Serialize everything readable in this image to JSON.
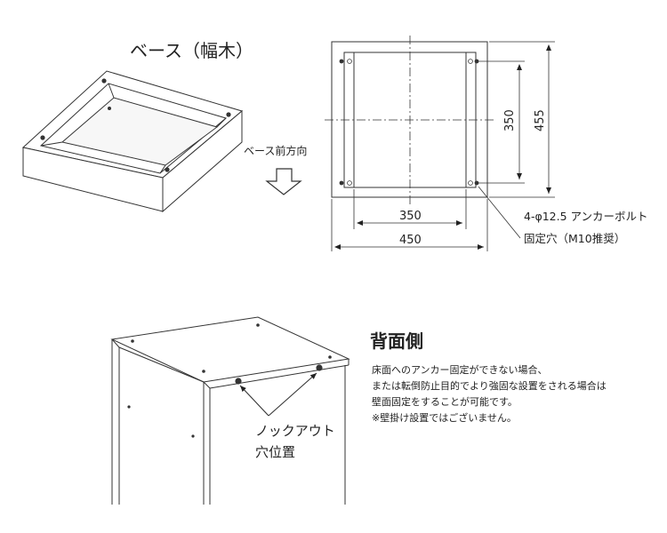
{
  "base": {
    "title": "ベース（幅木）",
    "direction": "ベース前方向"
  },
  "plan": {
    "dim_inner_height": "350",
    "dim_outer_height": "455",
    "dim_inner_width": "350",
    "dim_outer_width": "450",
    "anchor_line1": "4-φ12.5 アンカーボルト",
    "anchor_line2": "固定穴（M10推奨）"
  },
  "rear": {
    "title": "背面側",
    "notes": [
      "床面へのアンカー固定ができない場合、",
      "または転倒防止目的でより強固な設置をされる場合は",
      "壁面固定をすることが可能です。",
      "※壁掛け設置ではございません。"
    ],
    "knockout_line1": "ノックアウト",
    "knockout_line2": "穴位置"
  }
}
